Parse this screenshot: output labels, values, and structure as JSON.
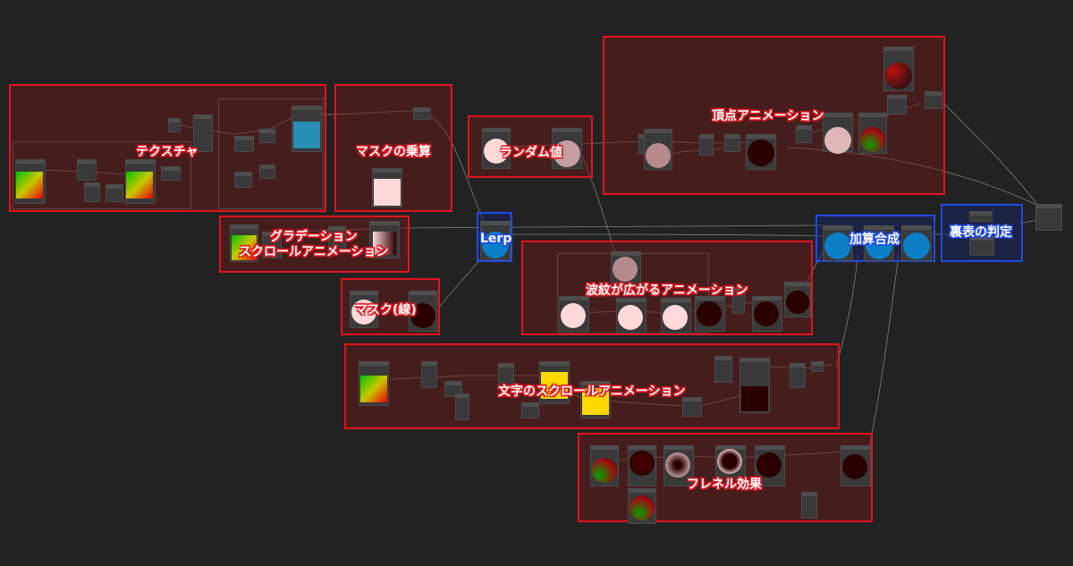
{
  "groups": {
    "texture": "テクスチャ",
    "mask_multiply": "マスクの乗算",
    "random_value": "ランダム値",
    "vertex_anim": "頂点アニメーション",
    "gradient_line1": "グラデーション",
    "gradient_line2": "スクロールアニメーション",
    "lerp": "Lerp",
    "additive": "加算合成",
    "front_back": "裏表の判定",
    "ripple": "波紋が広がるアニメーション",
    "mask_line": "マスク(線)",
    "text_scroll": "文字のスクロールアニメーション",
    "fresnel": "フレネル効果"
  },
  "colors": {
    "canvas_bg": "#222222",
    "red_frame": "#e0141e",
    "blue_frame": "#1f4be6",
    "preview_cyan": "#2a8db4",
    "preview_blue": "#0b7fc7",
    "preview_pink": "#ffd8da",
    "preview_yellow": "#ffd800",
    "preview_darkred": "#2a0000"
  }
}
